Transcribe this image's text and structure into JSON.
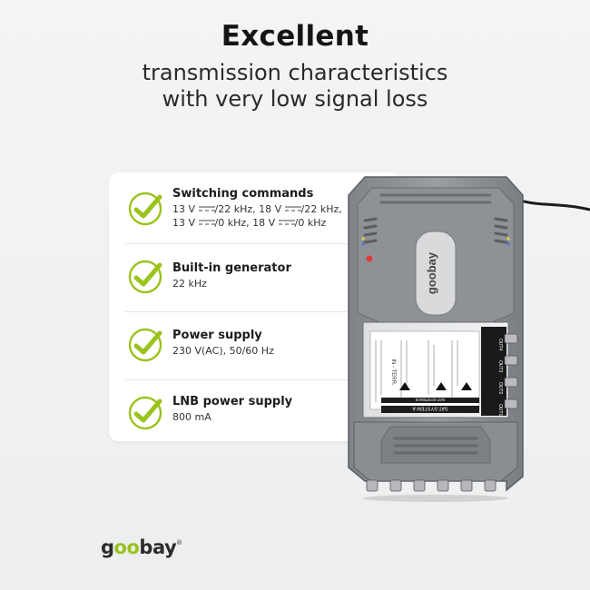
{
  "headline": "Excellent",
  "subline_1": "transmission characteristics",
  "subline_2": "with very low signal loss",
  "colors": {
    "accent": "#9ac31c",
    "device_grey": "#8c8f93",
    "device_dark": "#6d7075"
  },
  "features": [
    {
      "icon": "check-icon",
      "title": "Switching commands",
      "line1a": "13 V",
      "line1b": "/22 kHz, 18 V",
      "line1c": "/22 kHz,",
      "line2a": "13 V",
      "line2b": "/0 kHz, 18 V",
      "line2c": "/0 kHz"
    },
    {
      "icon": "check-icon",
      "title": "Built-in generator",
      "desc": "22 kHz"
    },
    {
      "icon": "check-icon",
      "title": "Power supply",
      "desc": "230 V(AC), 50/60 Hz"
    },
    {
      "icon": "check-icon",
      "title": "LNB power supply",
      "desc": "800 mA"
    }
  ],
  "device": {
    "brand": "goobay",
    "outputs": [
      "OUT4",
      "OUT3",
      "OUT2",
      "OUT1"
    ],
    "bar_label_a": "SAT-SYSTEM A",
    "bar_label_b": "SAT-SYSTEM B",
    "terr_label": "IN - TERR."
  },
  "logo": {
    "pre": "g",
    "oo": "oo",
    "post": "bay",
    "mark": "®"
  }
}
